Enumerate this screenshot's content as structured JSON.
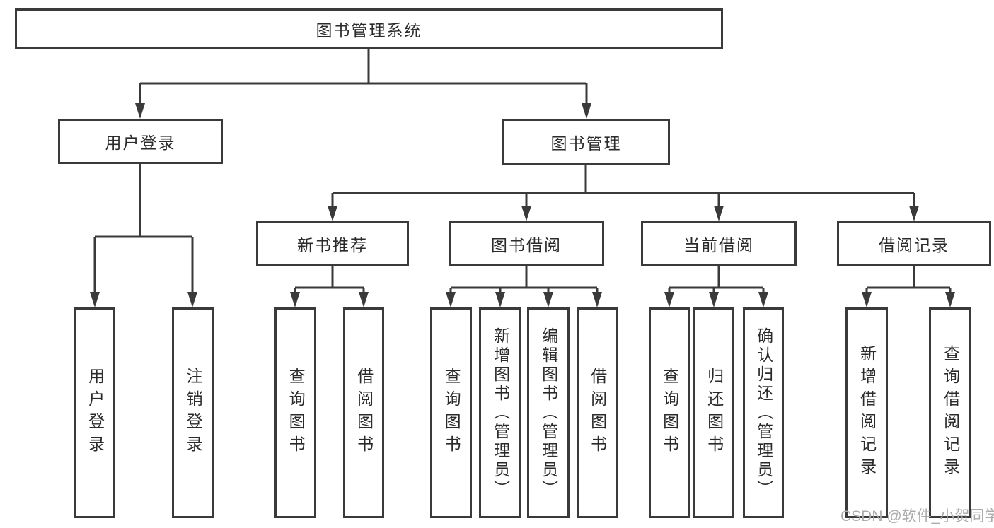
{
  "colors": {
    "line": "#3a3a3a",
    "text": "#2b2b2b",
    "box-bg": "#ffffff",
    "page-bg": "#ffffff",
    "watermark": "#ababab"
  },
  "watermark": {
    "text": "CSDN @软件_小贺同学"
  },
  "tree": {
    "root": {
      "label": "图书管理系统"
    },
    "branches": [
      {
        "label": "用户登录",
        "children": [
          {
            "label": "用户登录"
          },
          {
            "label": "注销登录"
          }
        ]
      },
      {
        "label": "图书管理",
        "sections": [
          {
            "label": "新书推荐",
            "children": [
              {
                "label": "查询图书"
              },
              {
                "label": "借阅图书"
              }
            ]
          },
          {
            "label": "图书借阅",
            "children": [
              {
                "label": "查询图书"
              },
              {
                "label": "新增图书（管理员）"
              },
              {
                "label": "编辑图书（管理员）"
              },
              {
                "label": "借阅图书"
              }
            ]
          },
          {
            "label": "当前借阅",
            "children": [
              {
                "label": "查询图书"
              },
              {
                "label": "归还图书"
              },
              {
                "label": "确认归还（管理员）"
              }
            ]
          },
          {
            "label": "借阅记录",
            "children": [
              {
                "label": "新增借阅记录"
              },
              {
                "label": "查询借阅记录"
              }
            ]
          }
        ]
      }
    ]
  }
}
